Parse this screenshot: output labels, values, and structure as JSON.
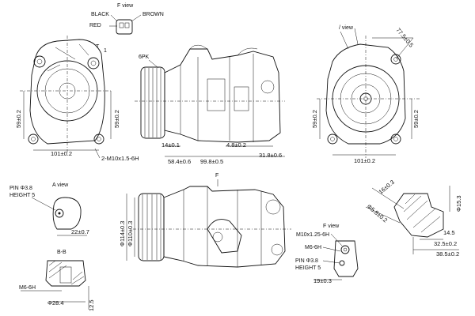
{
  "f_view_top": "F view",
  "wire_colors": [
    "BLACK",
    "BROWN",
    "RED"
  ],
  "connector_letters": [
    "T",
    "1"
  ],
  "belt_label": "6PK",
  "front_view_dims": {
    "left_height": "59±0.2",
    "right_height": "59±0.2",
    "width": "101±0.2",
    "thread": "2-M10x1.5-6H"
  },
  "side_view_dims": {
    "d14": "14±0.1",
    "d4_8": "4.8±0.2",
    "d58_4": "58.4±0.6",
    "d99_8": "99.8±0.5",
    "d31_8": "31.8±0.6"
  },
  "rear_view_dims": {
    "angle_label": "/ view",
    "d77_5": "77.5±0.5",
    "left_height": "59±0.2",
    "right_height": "59±0.2",
    "width": "101±0.2"
  },
  "pin_view": {
    "pin": "PIN Φ3.8",
    "height": "HEIGHT 5",
    "view": "A view",
    "d22": "22±0.7"
  },
  "section_view": {
    "label": "B-B",
    "thread": "M6-6H",
    "d28_4": "Φ28.4",
    "d12_5": "12.5"
  },
  "bottom_view": {
    "label": "F",
    "d114": "Φ114±0.3",
    "d110": "Φ110±0.3"
  },
  "f_view_detail": {
    "view": "F view",
    "thread1": "M10x1.25-6H",
    "thread2": "M6-6H",
    "pin": "PIN Φ3.8",
    "height": "HEIGHT 5",
    "d19": "19±0.3"
  },
  "port_detail": {
    "d16": "16±0.3",
    "d15_3": "Φ15.3",
    "d5_8": "Φ5.8±0.2",
    "d14_5": "14.5",
    "d32_5": "32.5±0.2",
    "d38_5": "38.5±0.2"
  }
}
